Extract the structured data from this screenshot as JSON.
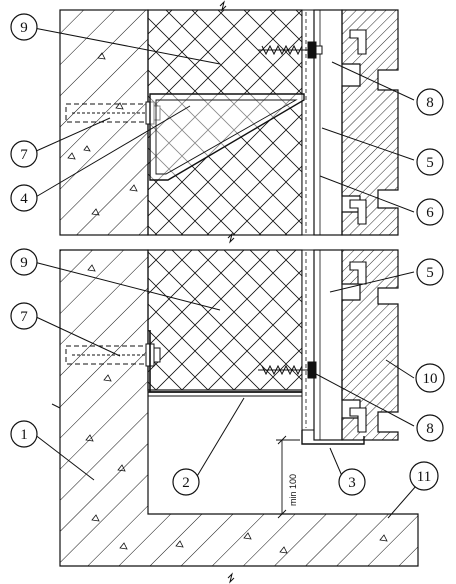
{
  "callouts": {
    "c1": "1",
    "c2": "2",
    "c3": "3",
    "c4": "4",
    "c5a": "5",
    "c5b": "5",
    "c6": "6",
    "c7a": "7",
    "c7b": "7",
    "c8a": "8",
    "c8b": "8",
    "c9a": "9",
    "c9b": "9",
    "c10": "10",
    "c11": "11"
  },
  "dimension": {
    "label": "min 100"
  },
  "colors": {
    "line": "#111111",
    "background": "#ffffff"
  }
}
